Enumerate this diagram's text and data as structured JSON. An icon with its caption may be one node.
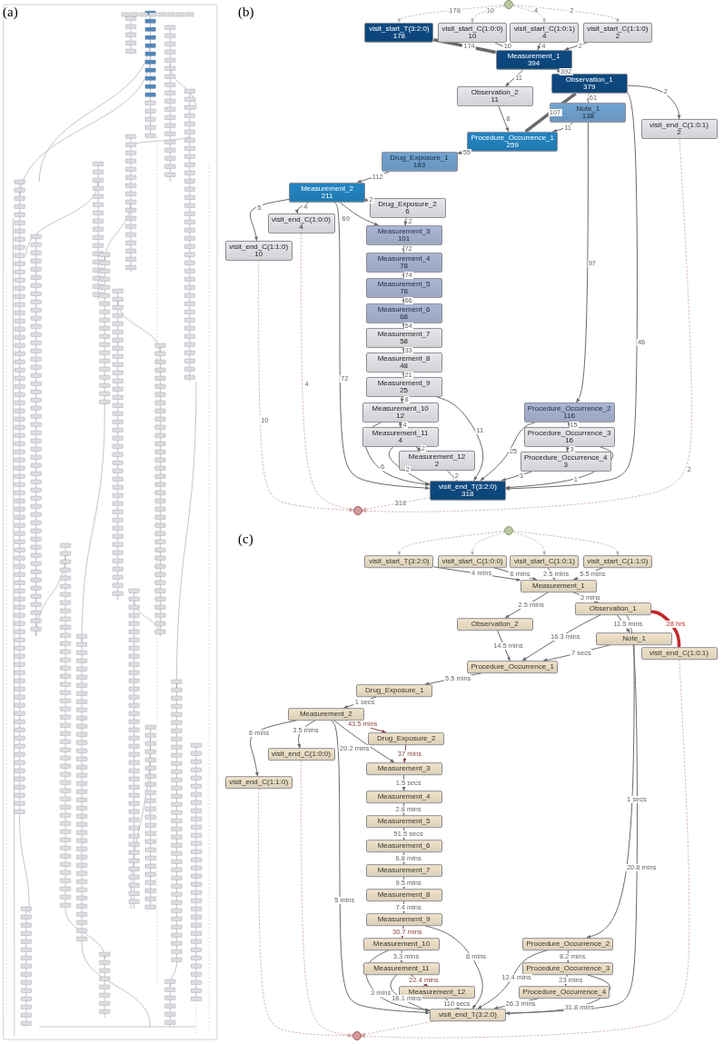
{
  "diagram": {
    "nodes": [
      {
        "text": [],
        "shape": "circle"
      },
      {
        "text": [
          "visit_start_T(3:2:0)",
          "178"
        ]
      },
      {
        "text": [
          "visit_start_C(1:0:0)",
          "10"
        ]
      },
      {
        "text": [
          "visit_start_C(1:0:1)",
          "4"
        ]
      },
      {
        "text": [
          "visit_start_C(1:1:0)",
          "2"
        ]
      },
      {
        "text": [
          "Measurement_1",
          "394"
        ]
      },
      {
        "text": [
          "Observation_1",
          "379"
        ]
      },
      {
        "text": [
          "Observation_2",
          "11"
        ]
      },
      {
        "text": [
          "Note_1",
          "138"
        ]
      },
      {
        "text": [
          "visit_end_C(1:0:1)",
          "2"
        ]
      },
      {
        "text": [
          "Procedure_Occurrence_1",
          "259"
        ]
      },
      {
        "text": [
          "Drug_Exposure_1",
          "183"
        ]
      },
      {
        "text": [
          "Measurement_2",
          "211"
        ]
      },
      {
        "text": [
          "visit_end_C(1:0:0)",
          "4"
        ]
      },
      {
        "text": [
          "visit_end_C(1:1:0)",
          "10"
        ]
      },
      {
        "text": [
          "Drug_Exposure_2",
          "6"
        ]
      },
      {
        "text": [
          "Measurement_3",
          "101"
        ]
      },
      {
        "text": [
          "Measurement_4",
          "78"
        ]
      },
      {
        "text": [
          "Measurement_5",
          "78"
        ]
      },
      {
        "text": [
          "Measurement_6",
          "68"
        ]
      },
      {
        "text": [
          "Measurement_7",
          "58"
        ]
      },
      {
        "text": [
          "Measurement_8",
          "48"
        ]
      },
      {
        "text": [
          "Measurement_9",
          "25"
        ]
      },
      {
        "text": [
          "Measurement_10",
          "12"
        ]
      },
      {
        "text": [
          "Measurement_11",
          "4"
        ]
      },
      {
        "text": [
          "Measurement_12",
          "2"
        ]
      },
      {
        "text": [
          "Procedure_Occurrence_2",
          "116"
        ]
      },
      {
        "text": [
          "Procedure_Occurrence_3",
          "16"
        ]
      },
      {
        "text": [
          "Procedure_Occurrence_4",
          "3"
        ]
      },
      {
        "text": [
          "visit_end_T(3:2:0)",
          "318"
        ]
      },
      {
        "text": [],
        "shape": "circle"
      },
      {
        "text": [],
        "shape": "circle"
      },
      {
        "text": [
          "visit_start_T(3:2:0)"
        ]
      },
      {
        "text": [
          "visit_start_C(1:0:0)"
        ]
      },
      {
        "text": [
          "visit_start_C(1:0:1)"
        ]
      },
      {
        "text": [
          "visit_start_C(1:1:0)"
        ]
      },
      {
        "text": [
          "Measurement_1"
        ]
      },
      {
        "text": [
          "Observation_1"
        ]
      },
      {
        "text": [
          "Observation_2"
        ]
      },
      {
        "text": [
          "Note_1"
        ]
      },
      {
        "text": [
          "visit_end_C(1:0:1)"
        ]
      },
      {
        "text": [
          "Procedure_Occurrence_1"
        ]
      },
      {
        "text": [
          "Drug_Exposure_1"
        ]
      },
      {
        "text": [
          "Measurement_2"
        ]
      },
      {
        "text": [
          "visit_end_C(1:0:0)"
        ]
      },
      {
        "text": [
          "visit_end_C(1:1:0)"
        ]
      },
      {
        "text": [
          "Drug_Exposure_2"
        ]
      },
      {
        "text": [
          "Measurement_3"
        ]
      },
      {
        "text": [
          "Measurement_4"
        ]
      },
      {
        "text": [
          "Measurement_5"
        ]
      },
      {
        "text": [
          "Measurement_6"
        ]
      },
      {
        "text": [
          "Measurement_7"
        ]
      },
      {
        "text": [
          "Measurement_8"
        ]
      },
      {
        "text": [
          "Measurement_9"
        ]
      },
      {
        "text": [
          "Measurement_10"
        ]
      },
      {
        "text": [
          "Measurement_11"
        ]
      },
      {
        "text": [
          "Measurement_12"
        ]
      },
      {
        "text": [
          "Procedure_Occurrence_2"
        ]
      },
      {
        "text": [
          "Procedure_Occurrence_3"
        ]
      },
      {
        "text": [
          "Procedure_Occurrence_4"
        ]
      },
      {
        "text": [
          "visit_end_T(3:2:0)"
        ]
      },
      {
        "text": [],
        "shape": "circle"
      }
    ],
    "edges": [
      {
        "from": 0,
        "to": 1,
        "arrow": "to",
        "label": "178",
        "style": "dashed",
        "color": "#b5b5b5"
      },
      {
        "from": 0,
        "to": 2,
        "arrow": "to",
        "label": "10",
        "style": "dashed",
        "color": "#b5b5b5"
      },
      {
        "from": 0,
        "to": 3,
        "arrow": "to",
        "label": "4",
        "style": "dashed",
        "color": "#b5b5b5"
      },
      {
        "from": 0,
        "to": 4,
        "arrow": "to",
        "label": "2",
        "style": "dashed",
        "color": "#b5b5b5"
      },
      {
        "from": 1,
        "to": 5,
        "arrow": "to",
        "label": "174",
        "style": "thick"
      },
      {
        "from": 2,
        "to": 5,
        "arrow": "to",
        "label": "10"
      },
      {
        "from": 3,
        "to": 5,
        "arrow": "to",
        "label": "4"
      },
      {
        "from": 4,
        "to": 5,
        "arrow": "to",
        "label": "2"
      },
      {
        "from": 5,
        "to": 6,
        "arrow": "to",
        "label": "392",
        "style": "thick"
      },
      {
        "from": 5,
        "to": 7,
        "arrow": "to",
        "label": "11"
      },
      {
        "from": 6,
        "to": 10,
        "arrow": "to",
        "label": "107",
        "style": "thick"
      },
      {
        "from": 6,
        "to": 8,
        "arrow": "to",
        "label": "61"
      },
      {
        "from": 6,
        "to": 9,
        "arrow": "to",
        "label": "2"
      },
      {
        "from": 6,
        "to": 29,
        "arrow": "to",
        "label": "46"
      },
      {
        "from": 7,
        "to": 10,
        "arrow": "to",
        "label": "8"
      },
      {
        "from": 8,
        "to": 10,
        "arrow": "to",
        "label": "11"
      },
      {
        "from": 8,
        "to": 26,
        "arrow": "to",
        "label": "97"
      },
      {
        "from": 9,
        "to": 30,
        "arrow": "to",
        "label": "2",
        "style": "dashed",
        "color": "#d0a8a8"
      },
      {
        "from": 10,
        "to": 11,
        "arrow": "to",
        "label": "55"
      },
      {
        "from": 11,
        "to": 12,
        "arrow": "to",
        "label": "112"
      },
      {
        "from": 12,
        "to": 14,
        "arrow": "to",
        "label": "5"
      },
      {
        "from": 12,
        "to": 13,
        "arrow": "to",
        "label": "4"
      },
      {
        "from": 12,
        "to": 16,
        "arrow": "to",
        "label": "69"
      },
      {
        "from": 12,
        "to": 15,
        "arrow": "to",
        "label": "2"
      },
      {
        "from": 12,
        "to": 29,
        "arrow": "to",
        "label": "72"
      },
      {
        "from": 13,
        "to": 30,
        "arrow": "to",
        "label": "4",
        "style": "dashed",
        "color": "#d0a8a8"
      },
      {
        "from": 14,
        "to": 30,
        "arrow": "to",
        "label": "10",
        "style": "dashed",
        "color": "#d0a8a8"
      },
      {
        "from": 15,
        "to": 16,
        "arrow": "to",
        "label": "2"
      },
      {
        "from": 16,
        "to": 17,
        "arrow": "to",
        "label": "72"
      },
      {
        "from": 17,
        "to": 18,
        "arrow": "to",
        "label": "74"
      },
      {
        "from": 18,
        "to": 19,
        "arrow": "to",
        "label": "66"
      },
      {
        "from": 19,
        "to": 20,
        "arrow": "to",
        "label": "54"
      },
      {
        "from": 20,
        "to": 21,
        "arrow": "to",
        "label": "33"
      },
      {
        "from": 21,
        "to": 22,
        "arrow": "to",
        "label": "21"
      },
      {
        "from": 22,
        "to": 23,
        "arrow": "to",
        "label": "8"
      },
      {
        "from": 22,
        "to": 29,
        "arrow": "to",
        "label": "11"
      },
      {
        "from": 23,
        "to": 24,
        "arrow": "to",
        "label": "4"
      },
      {
        "from": 23,
        "to": 29,
        "arrow": "to",
        "label": "6"
      },
      {
        "from": 24,
        "to": 25,
        "arrow": "to",
        "label": "2"
      },
      {
        "from": 24,
        "to": 29,
        "arrow": "to",
        "label": "2"
      },
      {
        "from": 25,
        "to": 29,
        "arrow": "to",
        "label": "2"
      },
      {
        "from": 26,
        "to": 27,
        "arrow": "to",
        "label": "15"
      },
      {
        "from": 26,
        "to": 29,
        "arrow": "to",
        "label": "25"
      },
      {
        "from": 27,
        "to": 28,
        "arrow": "to",
        "label": "3"
      },
      {
        "from": 27,
        "to": 29,
        "arrow": "to",
        "label": "1"
      },
      {
        "from": 28,
        "to": 29,
        "arrow": "to",
        "label": "3"
      },
      {
        "from": 29,
        "to": 30,
        "arrow": "to",
        "label": "318",
        "style": "dashed",
        "color": "#d0a8a8"
      },
      {
        "from": 31,
        "to": 32,
        "arrow": "to",
        "style": "dashed",
        "color": "#b5b5b5"
      },
      {
        "from": 31,
        "to": 33,
        "arrow": "to",
        "style": "dashed",
        "color": "#b5b5b5"
      },
      {
        "from": 31,
        "to": 34,
        "arrow": "to",
        "style": "dashed",
        "color": "#b5b5b5"
      },
      {
        "from": 31,
        "to": 35,
        "arrow": "to",
        "style": "dashed",
        "color": "#b5b5b5"
      },
      {
        "from": 32,
        "to": 36,
        "arrow": "to",
        "label": "4 mins"
      },
      {
        "from": 33,
        "to": 36,
        "arrow": "to",
        "label": "6 mins"
      },
      {
        "from": 34,
        "to": 36,
        "arrow": "to",
        "label": "2.5 mins"
      },
      {
        "from": 35,
        "to": 36,
        "arrow": "to",
        "label": "5.5 mins"
      },
      {
        "from": 36,
        "to": 37,
        "arrow": "to",
        "label": "3 mins"
      },
      {
        "from": 36,
        "to": 38,
        "arrow": "to",
        "label": "2.5 mins"
      },
      {
        "from": 37,
        "to": 41,
        "arrow": "to",
        "label": "16.3 mins"
      },
      {
        "from": 37,
        "to": 39,
        "arrow": "to",
        "label": "11.5 mins"
      },
      {
        "from": 37,
        "to": 40,
        "arrow": "to",
        "label": "28 hrs",
        "style": "thick",
        "color": "#c0282d"
      },
      {
        "from": 37,
        "to": 60,
        "arrow": "to",
        "label": "20.8 mins"
      },
      {
        "from": 38,
        "to": 41,
        "arrow": "to",
        "label": "14.5 mins"
      },
      {
        "from": 39,
        "to": 41,
        "arrow": "to",
        "label": "7 secs"
      },
      {
        "from": 39,
        "to": 57,
        "arrow": "to",
        "label": "1 secs"
      },
      {
        "from": 40,
        "to": 61,
        "arrow": "to",
        "style": "dashed",
        "color": "#d0a8a8"
      },
      {
        "from": 41,
        "to": 42,
        "arrow": "to",
        "label": "5.5 mins"
      },
      {
        "from": 42,
        "to": 43,
        "arrow": "to",
        "label": "1 secs"
      },
      {
        "from": 43,
        "to": 45,
        "arrow": "to",
        "label": "6 mins"
      },
      {
        "from": 43,
        "to": 44,
        "arrow": "to",
        "label": "3.5 mins"
      },
      {
        "from": 43,
        "to": 47,
        "arrow": "to",
        "label": "20.2 mins"
      },
      {
        "from": 43,
        "to": 46,
        "arrow": "to",
        "label": "43.5 mins",
        "color": "#8b4545"
      },
      {
        "from": 43,
        "to": 60,
        "arrow": "to",
        "label": "5 mins"
      },
      {
        "from": 44,
        "to": 61,
        "arrow": "to",
        "style": "dashed",
        "color": "#d0a8a8"
      },
      {
        "from": 45,
        "to": 61,
        "arrow": "to",
        "style": "dashed",
        "color": "#d0a8a8"
      },
      {
        "from": 46,
        "to": 47,
        "arrow": "to",
        "label": "37 mins",
        "color": "#8b4545"
      },
      {
        "from": 47,
        "to": 48,
        "arrow": "to",
        "label": "1.5 secs"
      },
      {
        "from": 48,
        "to": 49,
        "arrow": "to",
        "label": "2.8 mins"
      },
      {
        "from": 49,
        "to": 50,
        "arrow": "to",
        "label": "51.5 secs"
      },
      {
        "from": 50,
        "to": 51,
        "arrow": "to",
        "label": "6.8 mins"
      },
      {
        "from": 51,
        "to": 52,
        "arrow": "to",
        "label": "9.5 mins"
      },
      {
        "from": 52,
        "to": 53,
        "arrow": "to",
        "label": "7.4 mins"
      },
      {
        "from": 53,
        "to": 54,
        "arrow": "to",
        "label": "30.7 mins",
        "color": "#8b4545"
      },
      {
        "from": 53,
        "to": 60,
        "arrow": "to",
        "label": "8 mins"
      },
      {
        "from": 54,
        "to": 55,
        "arrow": "to",
        "label": "3.3 mins"
      },
      {
        "from": 54,
        "to": 60,
        "arrow": "to",
        "label": "3 mins"
      },
      {
        "from": 55,
        "to": 56,
        "arrow": "to",
        "label": "22.4 mins",
        "color": "#8b4545"
      },
      {
        "from": 55,
        "to": 60,
        "arrow": "to",
        "label": "16.1 mins"
      },
      {
        "from": 56,
        "to": 60,
        "arrow": "to",
        "label": "110 secs"
      },
      {
        "from": 57,
        "to": 58,
        "arrow": "to",
        "label": "8.2 mins"
      },
      {
        "from": 57,
        "to": 60,
        "arrow": "to",
        "label": "12.4 mins"
      },
      {
        "from": 58,
        "to": 59,
        "arrow": "to",
        "label": "23 mins"
      },
      {
        "from": 58,
        "to": 60,
        "arrow": "to",
        "label": "31.8 mins"
      },
      {
        "from": 59,
        "to": 60,
        "arrow": "to",
        "label": "26.3 mins"
      },
      {
        "from": 60,
        "to": 61,
        "arrow": "to",
        "style": "dashed",
        "color": "#d0a8a8"
      }
    ],
    "labels": [
      "(a)",
      "(b)",
      "(c)"
    ]
  }
}
